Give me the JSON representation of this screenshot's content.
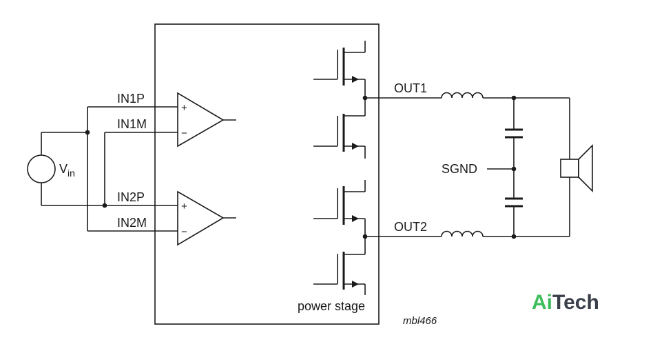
{
  "labels": {
    "in1p": "IN1P",
    "in1m": "IN1M",
    "in2p": "IN2P",
    "in2m": "IN2M",
    "out1": "OUT1",
    "out2": "OUT2",
    "sgnd": "SGND",
    "vin_main": "V",
    "vin_sub": "in",
    "power_stage": "power stage",
    "figure_code": "mbl466",
    "plus": "+",
    "minus": "−"
  },
  "logo": {
    "accent": "Ai",
    "rest": "Tech",
    "accent_color": "#3dbd5b",
    "rest_color": "#3a3f4a"
  }
}
